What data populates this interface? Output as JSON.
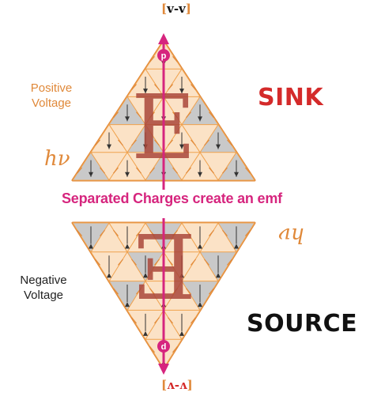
{
  "top_label": "[v-v]",
  "bottom_label": "[ʌ-ʌ]",
  "positive_voltage": [
    "Positive",
    "Voltage"
  ],
  "negative_voltage": [
    "Negative",
    "Voltage"
  ],
  "sink": "SINK",
  "source": "SOURCE",
  "emf_caption": "Separated Charges create an emf",
  "photon_top": "hν",
  "photon_bottom": "hν",
  "field_letter": "E",
  "top_tip_letter": "p",
  "bottom_tip_letter": "d",
  "colors": {
    "triangle_edge": "#e0893a",
    "triangle_fill_light": "#fbe2c6",
    "triangle_fill_gray": "#c9c9c9",
    "grid_line": "#f0a24e",
    "axis_magenta": "#d6257e",
    "field_letter": "#a9473a",
    "caption_magenta": "#d6257e",
    "positive_text": "#e0893a",
    "sink_red": "#d42a2a",
    "source_black": "#111111",
    "photon_orange": "#e0893a"
  }
}
